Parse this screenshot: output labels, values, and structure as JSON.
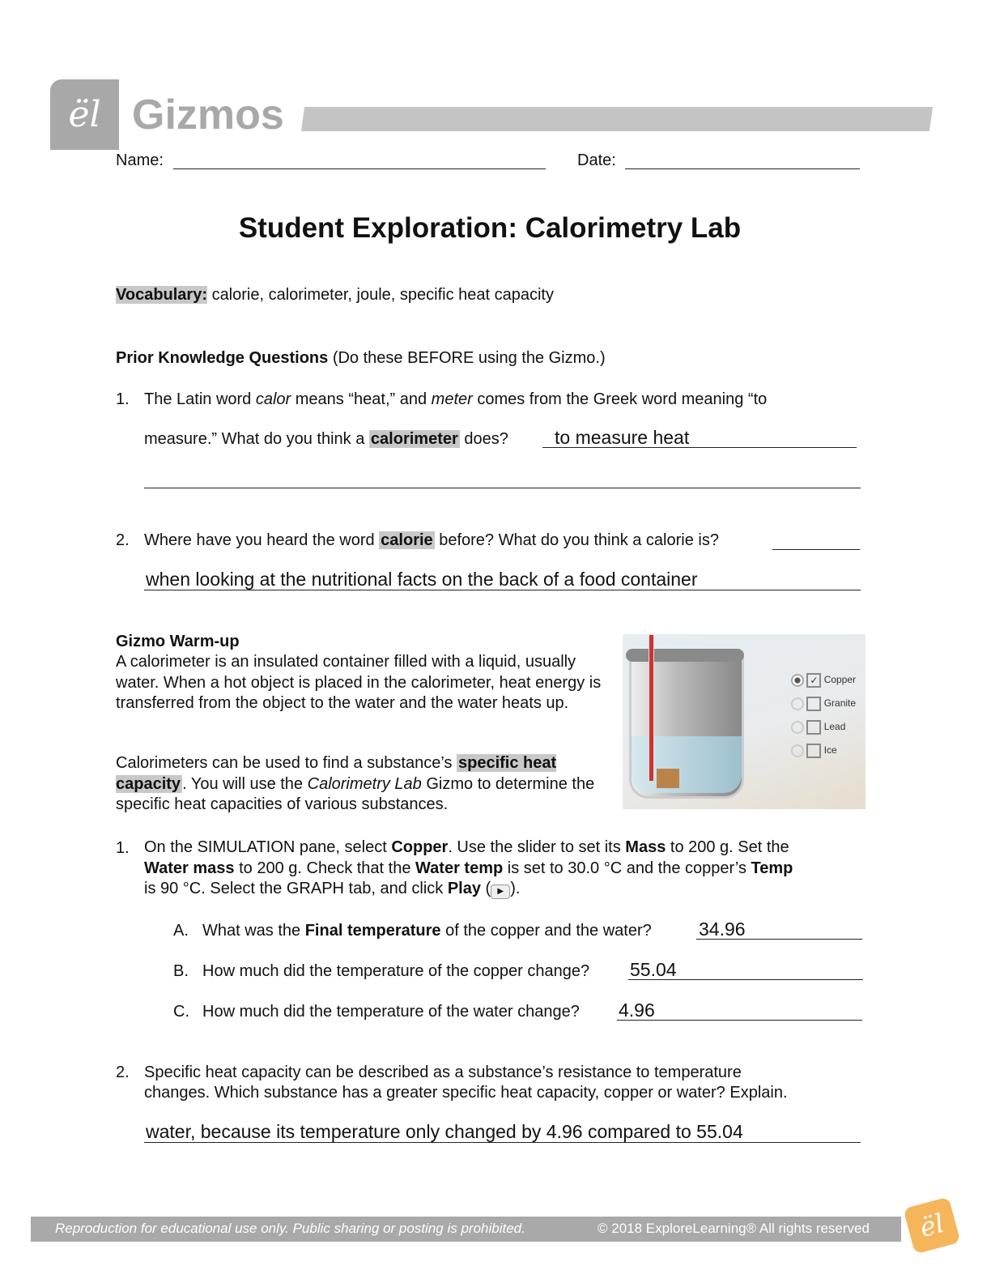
{
  "header": {
    "brand": "Gizmos",
    "name_label": "Name:",
    "date_label": "Date:"
  },
  "title": "Student Exploration: Calorimetry Lab",
  "vocabulary": {
    "label": "Vocabulary:",
    "terms": "calorie, calorimeter, joule, specific heat capacity"
  },
  "prior": {
    "heading": "Prior Knowledge Questions",
    "note": "(Do these BEFORE using the Gizmo.)",
    "q1": {
      "num": "1.",
      "a": "The Latin word ",
      "calor": "calor",
      "b": " means “heat,” and ",
      "meter": "meter",
      "c": " comes from the Greek word meaning “to",
      "d": "measure.” What do you think a ",
      "term": "calorimeter",
      "e": " does?",
      "answer": "to measure heat"
    },
    "q2": {
      "num": "2.",
      "a": "Where have you heard the word ",
      "term": "calorie",
      "b": " before? What do you think a calorie is?",
      "answer": "when looking at the nutritional facts on the back of a food container"
    }
  },
  "warmup": {
    "heading": "Gizmo Warm-up",
    "p1": "A calorimeter is an insulated container filled with a liquid, usually water. When a hot object is placed in the calorimeter, heat energy is transferred from the object to the water and the water heats up.",
    "p2a": "Calorimeters can be used to find a substance’s ",
    "p2term": "specific heat capacity",
    "p2b": ". You will use the ",
    "p2gizmo": "Calorimetry Lab",
    "p2c": " Gizmo to determine the specific heat capacities of various substances.",
    "sim": {
      "options": [
        {
          "label": "Copper",
          "selected": true,
          "checked": true
        },
        {
          "label": "Granite",
          "selected": false,
          "checked": false
        },
        {
          "label": "Lead",
          "selected": false,
          "checked": false
        },
        {
          "label": "Ice",
          "selected": false,
          "checked": false
        }
      ]
    }
  },
  "q1": {
    "num": "1.",
    "t1": "On the SIMULATION pane, select ",
    "copper": "Copper",
    "t2": ". Use the slider to set its ",
    "mass": "Mass",
    "t3": " to 200 g. Set the",
    "water_mass": "Water mass",
    "t4": " to 200 g. Check that the ",
    "water_temp": "Water temp",
    "t5": " is set to 30.0 °C and the copper’s ",
    "temp": "Temp",
    "t6": "is 90 °C. Select the GRAPH tab, and click ",
    "play": "Play",
    "t7": " (",
    "t8": ").",
    "parts": [
      {
        "letter": "A.",
        "pre": "What was the ",
        "bold": "Final temperature",
        "post": " of the copper and the water?",
        "answer": "34.96"
      },
      {
        "letter": "B.",
        "pre": "How much did the temperature of the copper change?",
        "bold": "",
        "post": "",
        "answer": "55.04"
      },
      {
        "letter": "C.",
        "pre": "How much did the temperature of the water change?",
        "bold": "",
        "post": "",
        "answer": "4.96"
      }
    ]
  },
  "q2": {
    "num": "2.",
    "line1": "Specific heat capacity can be described as a substance’s resistance to temperature",
    "line2": "changes. Which substance has a greater specific heat capacity, copper or water? Explain.",
    "answer": "water, because its temperature only changed by 4.96 compared to 55.04"
  },
  "footer": {
    "left": "Reproduction for educational use only. Public sharing or posting is prohibited.",
    "right": "© 2018 ExploreLearning® All rights reserved",
    "logo": "el"
  }
}
